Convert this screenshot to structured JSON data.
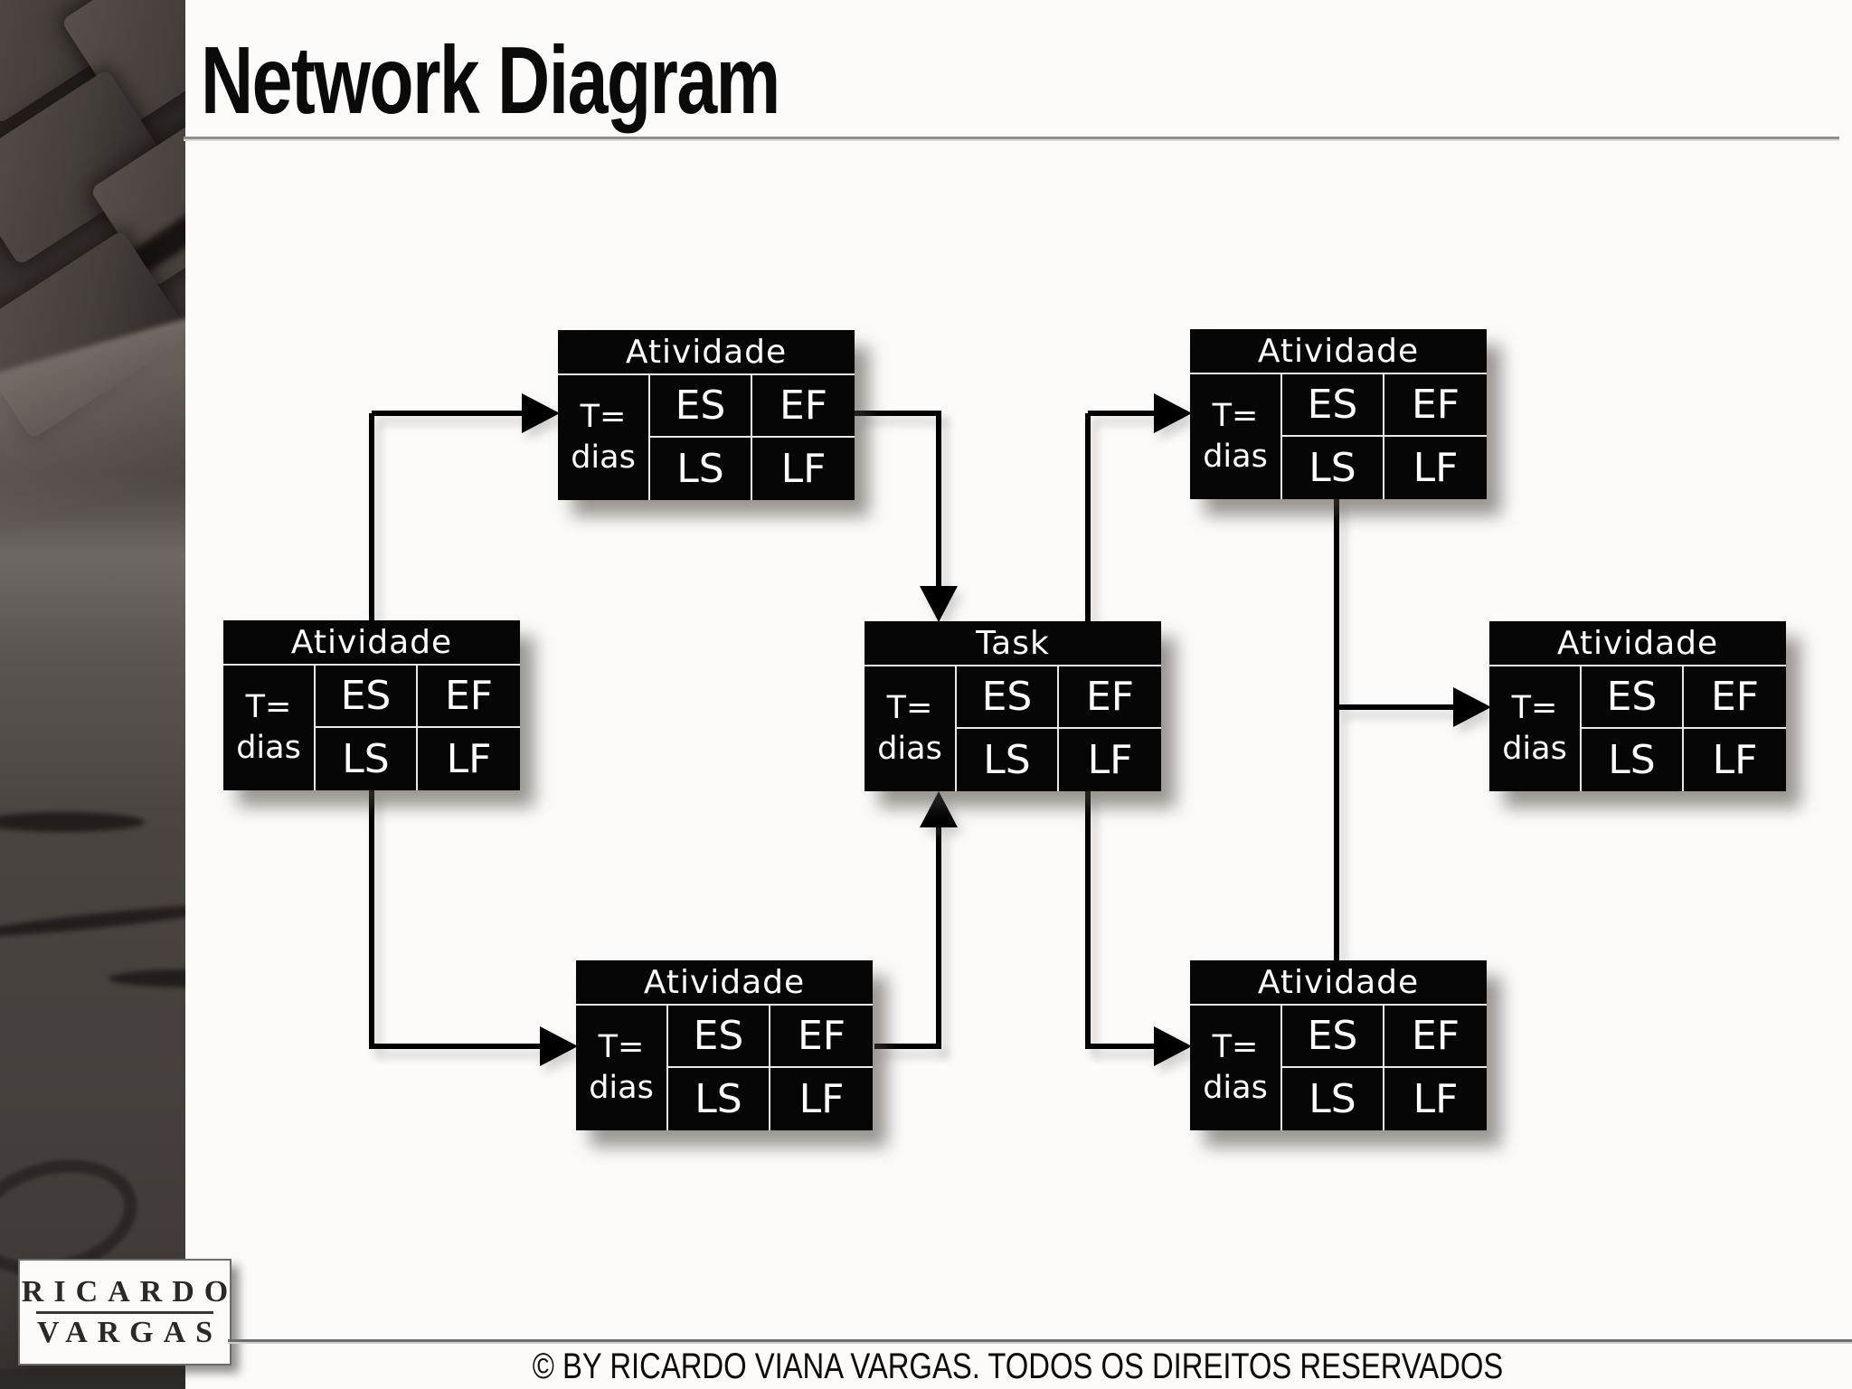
{
  "slide": {
    "title": "Network Diagram",
    "footer_copyright": "© BY RICARDO VIANA VARGAS. TODOS OS DIREITOS RESERVADOS",
    "logo": {
      "line1": "RICARDO",
      "line2": "VARGAS"
    }
  },
  "colors": {
    "node_background": "#060606",
    "node_text": "#ffffff",
    "node_gridline": "#e9e9e9",
    "connector": "#000000",
    "slide_background": "#fcfbfa"
  },
  "diagram": {
    "node_defaults": {
      "duration_label": "T=",
      "duration_unit": "dias",
      "cells": {
        "es": "ES",
        "ef": "EF",
        "ls": "LS",
        "lf": "LF"
      }
    },
    "nodes": [
      {
        "id": "activity-top-left",
        "title": "Atividade"
      },
      {
        "id": "activity-top-right",
        "title": "Atividade"
      },
      {
        "id": "activity-mid-left",
        "title": "Atividade"
      },
      {
        "id": "task-center",
        "title": "Task"
      },
      {
        "id": "activity-mid-right",
        "title": "Atividade"
      },
      {
        "id": "activity-bottom-left",
        "title": "Atividade"
      },
      {
        "id": "activity-bottom-right",
        "title": "Atividade"
      }
    ],
    "edges": [
      {
        "from": "activity-mid-left",
        "to": "activity-top-left"
      },
      {
        "from": "activity-mid-left",
        "to": "activity-bottom-left"
      },
      {
        "from": "activity-top-left",
        "to": "task-center"
      },
      {
        "from": "activity-bottom-left",
        "to": "task-center"
      },
      {
        "from": "task-center",
        "to": "activity-top-right"
      },
      {
        "from": "task-center",
        "to": "activity-bottom-right"
      },
      {
        "from": "activity-top-right",
        "to": "activity-mid-right"
      },
      {
        "from": "activity-top-right",
        "to": "activity-bottom-right"
      }
    ]
  }
}
